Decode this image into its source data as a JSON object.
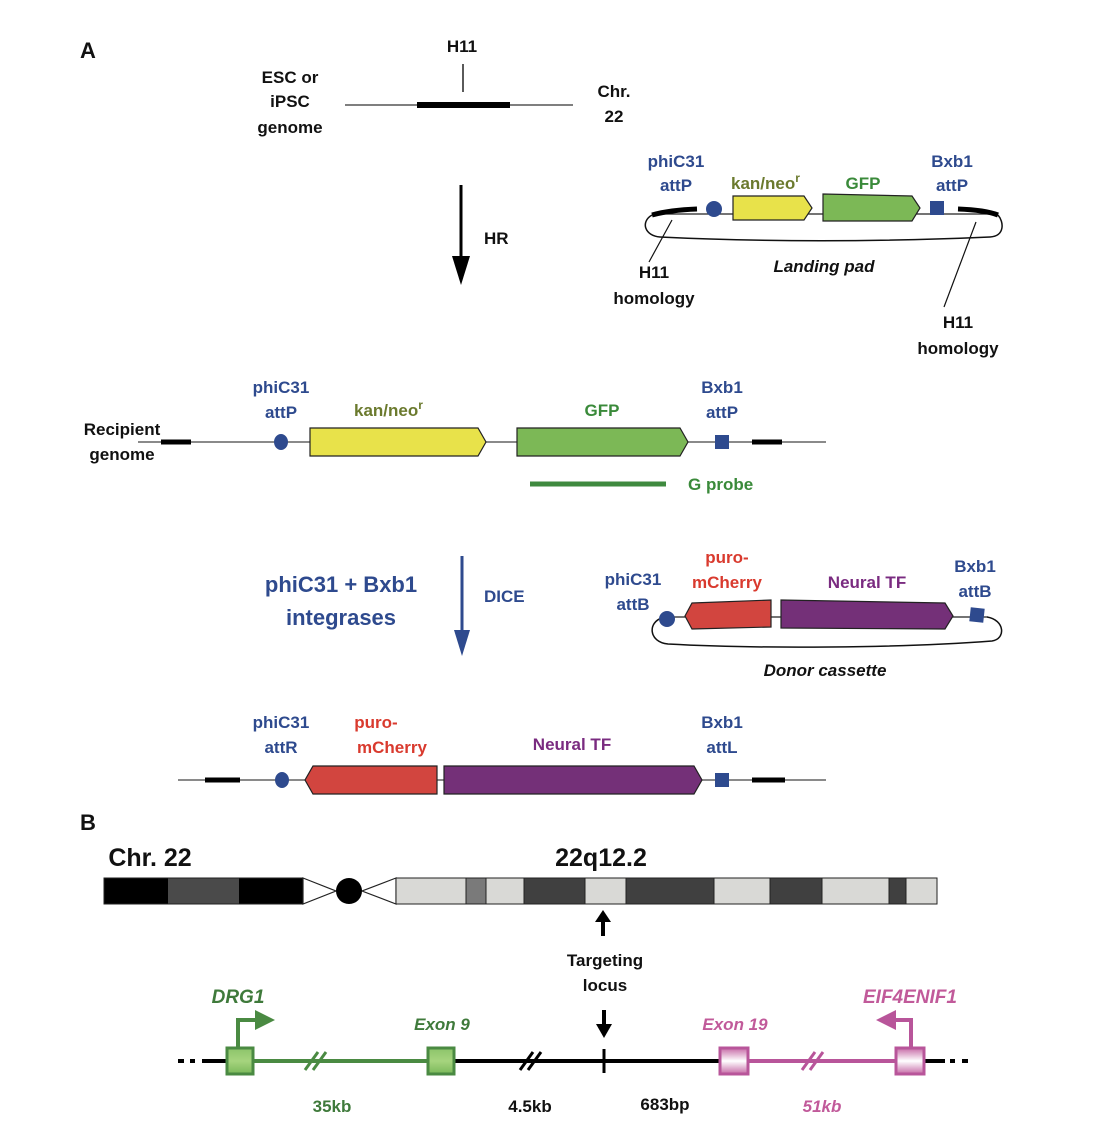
{
  "panel_a": {
    "label": "A",
    "genome": {
      "left_label": [
        "ESC or",
        "iPSC",
        "genome"
      ],
      "locus_label": "H11",
      "right_label": [
        "Chr.",
        "22"
      ]
    },
    "hr_step": {
      "label": "HR"
    },
    "landing_pad": {
      "title": "Landing pad",
      "left_site": [
        "phiC31",
        "attP"
      ],
      "right_site": [
        "Bxb1",
        "attP"
      ],
      "gene1": {
        "label": "kan/neo",
        "superscript": "r"
      },
      "gene2": {
        "label": "GFP"
      },
      "homology_left": [
        "H11",
        "homology"
      ],
      "homology_right": [
        "H11",
        "homology"
      ]
    },
    "recipient": {
      "label": [
        "Recipient",
        "genome"
      ],
      "left_site": [
        "phiC31",
        "attP"
      ],
      "right_site": [
        "Bxb1",
        "attP"
      ],
      "gene1": {
        "label": "kan/neo",
        "superscript": "r"
      },
      "gene2": {
        "label": "GFP"
      },
      "probe_label": "G probe"
    },
    "dice_step": {
      "enzyme_label": [
        "phiC31 + Bxb1",
        "integrases"
      ],
      "label": "DICE"
    },
    "donor": {
      "title": "Donor cassette",
      "left_site": [
        "phiC31",
        "attB"
      ],
      "right_site": [
        "Bxb1",
        "attB"
      ],
      "gene1": [
        "puro-",
        "mCherry"
      ],
      "gene2": "Neural TF"
    },
    "product": {
      "left_site": [
        "phiC31",
        "attR"
      ],
      "right_site": [
        "Bxb1",
        "attL"
      ],
      "gene1": [
        "puro-",
        "mCherry"
      ],
      "gene2": "Neural TF"
    },
    "colors": {
      "site_blue": "#2e4a8e",
      "kan_yellow": "#e8e24a",
      "gfp_green": "#7cb856",
      "mcherry_red": "#d2453f",
      "tf_purple": "#743078"
    }
  },
  "panel_b": {
    "label": "B",
    "chromosome_label": "Chr. 22",
    "band_label": "22q12.2",
    "target_label": [
      "Targeting",
      "locus"
    ],
    "genes": {
      "left": "DRG1",
      "right": "EIF4ENIF1",
      "left_exon": "Exon 9",
      "right_exon": "Exon 19"
    },
    "distances": [
      "35kb",
      "4.5kb",
      "683bp",
      "51kb"
    ],
    "colors": {
      "drg1_green": "#4a8a42",
      "eif_pink": "#b8559a"
    }
  }
}
